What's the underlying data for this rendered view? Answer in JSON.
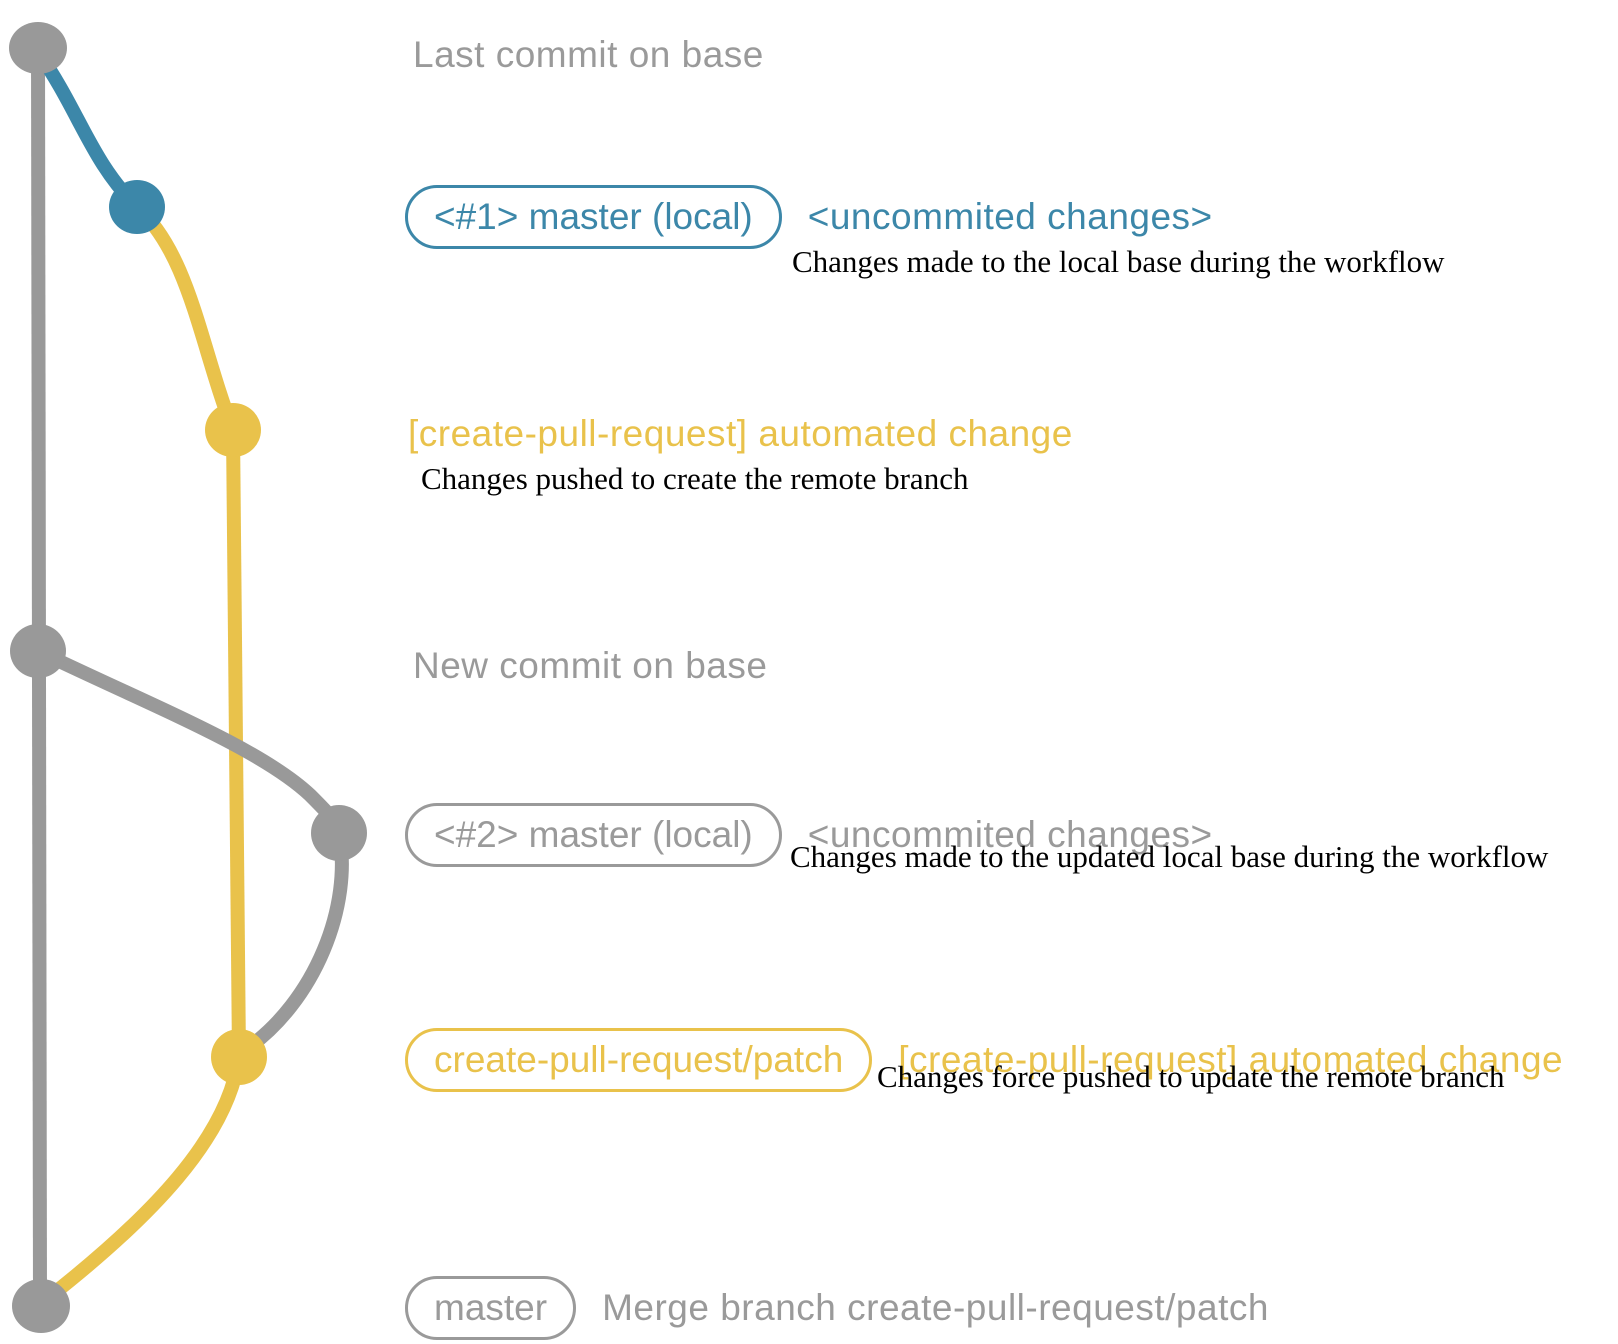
{
  "colors": {
    "base_gray": "#999999",
    "local_blue": "#3C87A9",
    "branch_yellow": "#E9C24B",
    "caption_black": "#000000"
  },
  "rows": {
    "last_commit": {
      "label": "Last commit on base"
    },
    "commit1": {
      "badge": "<#1> master (local)",
      "label": "<uncommited changes>",
      "caption": "Changes made to the local base during the workflow"
    },
    "push1": {
      "label": "[create-pull-request] automated change",
      "caption": "Changes pushed to create the remote branch"
    },
    "new_commit": {
      "label": "New commit on base"
    },
    "commit2": {
      "badge": "<#2> master (local)",
      "label": "<uncommited changes>",
      "caption": "Changes made to the updated local base during the workflow"
    },
    "push2": {
      "badge": "create-pull-request/patch",
      "label": "[create-pull-request] automated change",
      "caption": "Changes force pushed to update the remote branch"
    },
    "merge": {
      "badge": "master",
      "label": "Merge branch create-pull-request/patch"
    }
  }
}
